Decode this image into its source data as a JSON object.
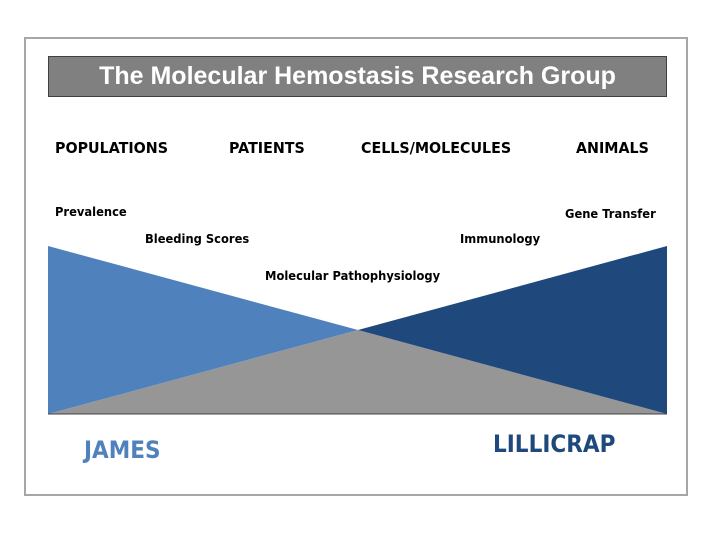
{
  "title": "The Molecular Hemostasis Research Group",
  "columns": [
    "POPULATIONS",
    "PATIENTS",
    "CELLS/MOLECULES",
    "ANIMALS"
  ],
  "topics": {
    "prevalence": "Prevalence",
    "bleeding_scores": "Bleeding Scores",
    "molecular_pathophysiology": "Molecular Pathophysiology",
    "immunology": "Immunology",
    "gene_transfer": "Gene Transfer"
  },
  "investigators": {
    "left": "JAMES",
    "right": "LILLICRAP"
  },
  "colors": {
    "title_bar": "#808080",
    "left_wedge": "#4f81bd",
    "right_wedge": "#1f497d",
    "bottom_wedge": "#969696",
    "left_name": "#4f81bd",
    "right_name": "#1f497d"
  }
}
